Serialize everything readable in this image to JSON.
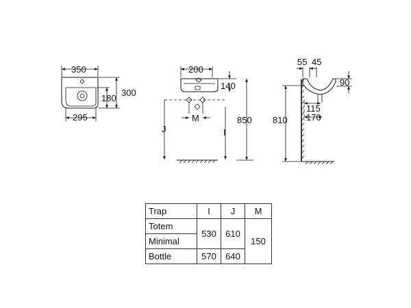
{
  "front_view": {
    "width_dim": "350",
    "depth_dim": "300",
    "bowl_depth_dim": "180",
    "bowl_width_dim": "295"
  },
  "wall_view": {
    "top_width_dim": "200",
    "rim_dim": "140",
    "m_label": "M",
    "j_label": "J",
    "i_label": "I",
    "height_dim": "850"
  },
  "side_view": {
    "dim_55": "55",
    "dim_45": "45",
    "dim_90": "90",
    "dim_115": "115",
    "dim_170": "170",
    "height_dim": "810"
  },
  "table": {
    "headers": [
      "Trap",
      "I",
      "J",
      "M"
    ],
    "rows": [
      {
        "trap": "Totem",
        "i": "530",
        "j": "610"
      },
      {
        "trap": "Minimal"
      },
      {
        "trap": "Bottle",
        "i": "570",
        "j": "640"
      }
    ],
    "m_value": "150"
  }
}
